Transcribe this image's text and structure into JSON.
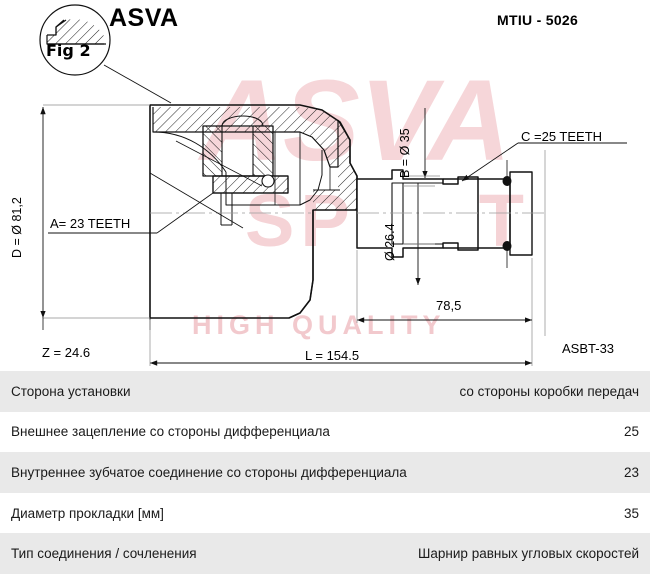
{
  "header": {
    "brand": "ASVA",
    "part_number": "MTIU - 5026",
    "fig_label": "Fig 2"
  },
  "watermark": {
    "line1": "ASVA",
    "line2": "SPORT",
    "line3": "HIGH QUALITY"
  },
  "drawing": {
    "dimensions": {
      "outer_diameter": "D = Ø 81,2",
      "inner_teeth": "A= 23 TEETH",
      "z_depth": "Z = 24.6",
      "total_length": "L = 154.5",
      "shaft_length": "78,5",
      "boot_diameter": "B = Ø 35",
      "shaft_diameter": "Ø 26.4",
      "outer_teeth": "C =25 TEETH",
      "boot_code": "ASBT-33"
    }
  },
  "spec_table": {
    "rows": [
      {
        "label": "Сторона установки",
        "value": "со стороны коробки передач"
      },
      {
        "label": "Внешнее зацепление со стороны дифференциала",
        "value": "25"
      },
      {
        "label": "Внутреннее зубчатое соединение со стороны дифференциала",
        "value": "23"
      },
      {
        "label": "Диаметр прокладки [мм]",
        "value": "35"
      },
      {
        "label": "Тип соединения / сочленения",
        "value": "Шарнир равных угловых скоростей"
      }
    ]
  }
}
